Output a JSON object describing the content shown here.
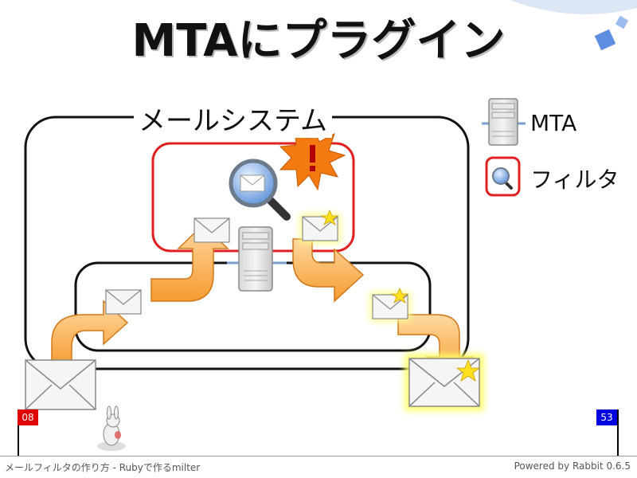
{
  "slide": {
    "title": "MTAにプラグイン",
    "system_label": "メールシステム",
    "legend": [
      {
        "label": "MTA",
        "icon": "server-icon"
      },
      {
        "label": "フィルタ",
        "icon": "filter-icon"
      }
    ]
  },
  "footer": {
    "left_text": "メールフィルタの作り方 - Rubyで作るmilter",
    "right_text": "Powered by Rabbit 0.6.5",
    "page_start": "08",
    "page_end": "53"
  },
  "colors": {
    "filter_border": "#e02020",
    "arrow_fill": "#f8a848",
    "flag_start": "#e00000",
    "flag_end": "#0000e0"
  }
}
